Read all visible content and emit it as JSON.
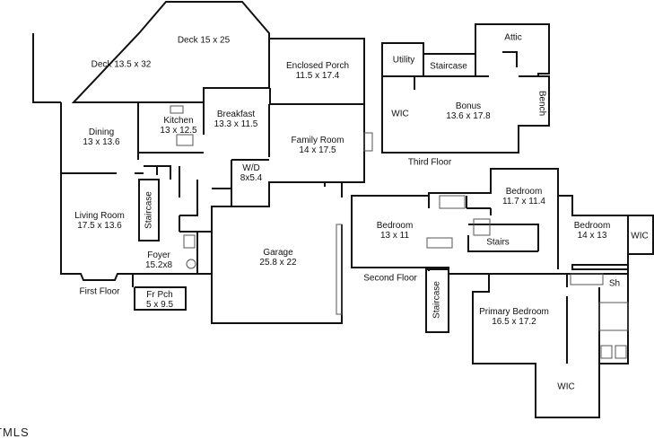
{
  "colors": {
    "wall": "#111111",
    "background": "#ffffff",
    "fixture": "#555555"
  },
  "first_floor": {
    "caption": "First Floor",
    "deck_large": {
      "name": "Deck 15 x 25"
    },
    "deck_small": {
      "name": "Deck 13.5 x 32"
    },
    "enclosed_porch": {
      "name": "Enclosed Porch",
      "dims": "11.5 x 17.4"
    },
    "kitchen": {
      "name": "Kitchen",
      "dims": "13 x 12.5"
    },
    "breakfast": {
      "name": "Breakfast",
      "dims": "13.3 x 11.5"
    },
    "dining": {
      "name": "Dining",
      "dims": "13 x 13.6"
    },
    "family_room": {
      "name": "Family Room",
      "dims": "14 x 17.5"
    },
    "wd": {
      "name": "W/D",
      "dims": "8x5.4"
    },
    "staircase": {
      "name": "Staircase"
    },
    "living_room": {
      "name": "Living Room",
      "dims": "17.5 x 13.6"
    },
    "garage": {
      "name": "Garage",
      "dims": "25.8 x 22"
    },
    "foyer": {
      "name": "Foyer",
      "dims": "15.2x8"
    },
    "front_porch": {
      "name": "Fr Pch",
      "dims": "5 x 9.5"
    }
  },
  "second_floor": {
    "caption": "Second Floor",
    "bedroom_left": {
      "name": "Bedroom",
      "dims": "13 x 11"
    },
    "bedroom_top": {
      "name": "Bedroom",
      "dims": "11.7 x 11.4"
    },
    "bedroom_right": {
      "name": "Bedroom",
      "dims": "14 x 13"
    },
    "wic_right": {
      "name": "WIC"
    },
    "stairs": {
      "name": "Stairs"
    },
    "staircase": {
      "name": "Staircase"
    },
    "primary_bedroom": {
      "name": "Primary Bedroom",
      "dims": "16.5 x 17.2"
    },
    "shower": {
      "name": "Sh"
    },
    "wic_bottom": {
      "name": "WIC"
    }
  },
  "third_floor": {
    "caption": "Third Floor",
    "utility": {
      "name": "Utility"
    },
    "staircase": {
      "name": "Staircase"
    },
    "attic": {
      "name": "Attic"
    },
    "wic": {
      "name": "WIC"
    },
    "bonus": {
      "name": "Bonus",
      "dims": "13.6 x 17.8"
    },
    "bench": {
      "name": "Bench"
    }
  },
  "footer": {
    "watermark": "TMLS"
  }
}
